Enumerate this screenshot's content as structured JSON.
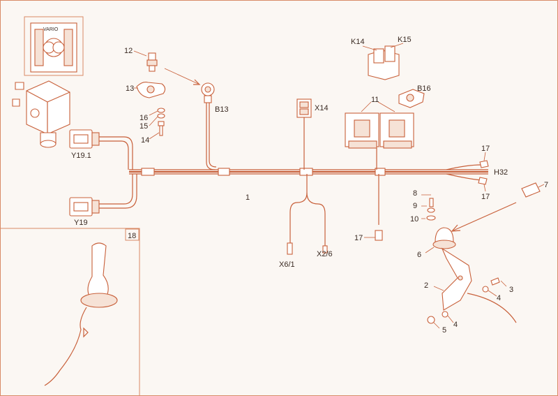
{
  "labels": {
    "l1": "1",
    "l2": "2",
    "l3": "3",
    "l4a": "4",
    "l4b": "4",
    "l5": "5",
    "l6": "6",
    "l7": "7",
    "l8": "8",
    "l9": "9",
    "l10": "10",
    "l11": "11",
    "l12": "12",
    "l13": "13",
    "l14": "14",
    "l15": "15",
    "l16": "16",
    "l17a": "17",
    "l17b": "17",
    "l17c": "17",
    "l18": "18",
    "b13": "B13",
    "b16": "B16",
    "k14": "K14",
    "k15": "K15",
    "x14": "X14",
    "x61": "X6/1",
    "x26": "X2/6",
    "h32": "H32",
    "y191": "Y19.1",
    "y19": "Y19",
    "vario": "VARIO"
  },
  "colors": {
    "line": "#c8603a",
    "text": "#3a2a22",
    "background": "#fbf7f3"
  }
}
